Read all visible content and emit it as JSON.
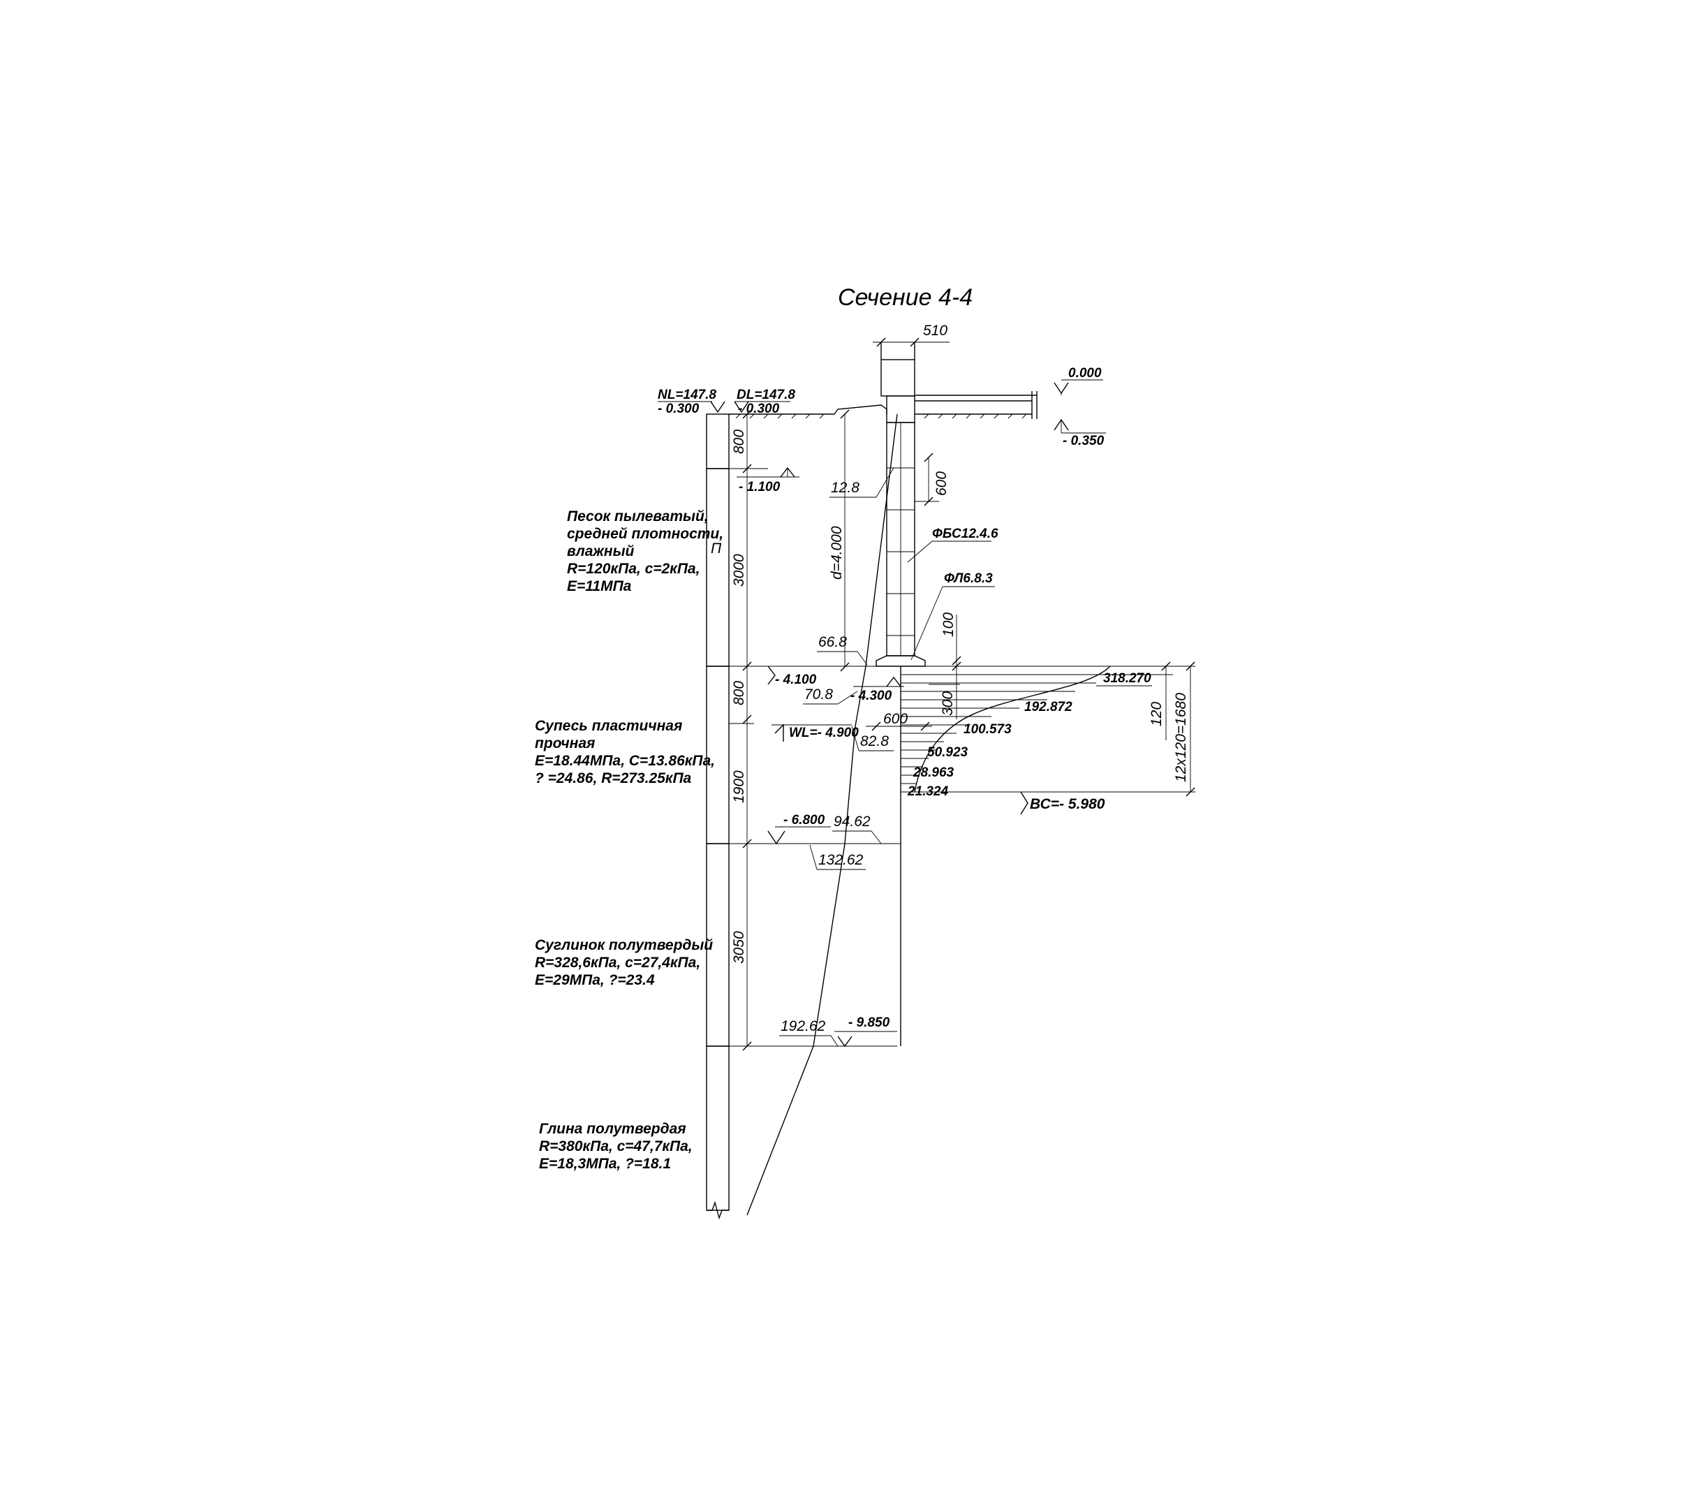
{
  "title": "Сечение 4-4",
  "dims": {
    "w510": "510",
    "d800a": "800",
    "d3000": "3000",
    "d800b": "800",
    "d1900": "1900",
    "d3050": "3050",
    "d600top": "600",
    "d100": "100",
    "d300": "300",
    "d600base": "600",
    "d120": "120",
    "d12x120": "12х120=1680",
    "depth": "d=4.000"
  },
  "levels": {
    "nl_label": "NL=147.8",
    "nl_value": "- 0.300",
    "dl_label": "DL=147.8",
    "dl_value": "- 0.300",
    "zero": "0.000",
    "m0350": "- 0.350",
    "m1100": "- 1.100",
    "m4100": "- 4.100",
    "m4300": "- 4.300",
    "wl": "WL=- 4.900",
    "m6800": "- 6.800",
    "m9850": "- 9.850",
    "vs": "ВС=- 5.980"
  },
  "stresses": {
    "s12_8": "12.8",
    "s66_8": "66.8",
    "s70_8": "70.8",
    "s82_8": "82.8",
    "s94_62": "94.62",
    "s132_62": "132.62",
    "s192_62": "192.62",
    "p318": "318.270",
    "p192": "192.872",
    "p100": "100.573",
    "p50": "50.923",
    "p28": "28.963",
    "p21": "21.324"
  },
  "callouts": {
    "fbs": "ФБС12.4.6",
    "fl": "ФЛ6.8.3"
  },
  "soil": {
    "layer_mark": "П",
    "sand": [
      "Песок пылеватый,",
      "средней плотности,",
      "влажный",
      "R=120кПа, с=2кПа,",
      "Е=11МПа"
    ],
    "sandy_loam": [
      "Супесь пластичная",
      "прочная",
      "Е=18.44МПа, С=13.86кПа,",
      "? =24.86, R=273.25кПа"
    ],
    "loam": [
      "Суглинок полутвердый",
      "R=328,6кПа, с=27,4кПа,",
      "Е=29МПа, ?=23.4"
    ],
    "clay": [
      "Глина полутвердая",
      "R=380кПа, с=47,7кПа,",
      "Е=18,3МПа, ?=18.1"
    ]
  }
}
